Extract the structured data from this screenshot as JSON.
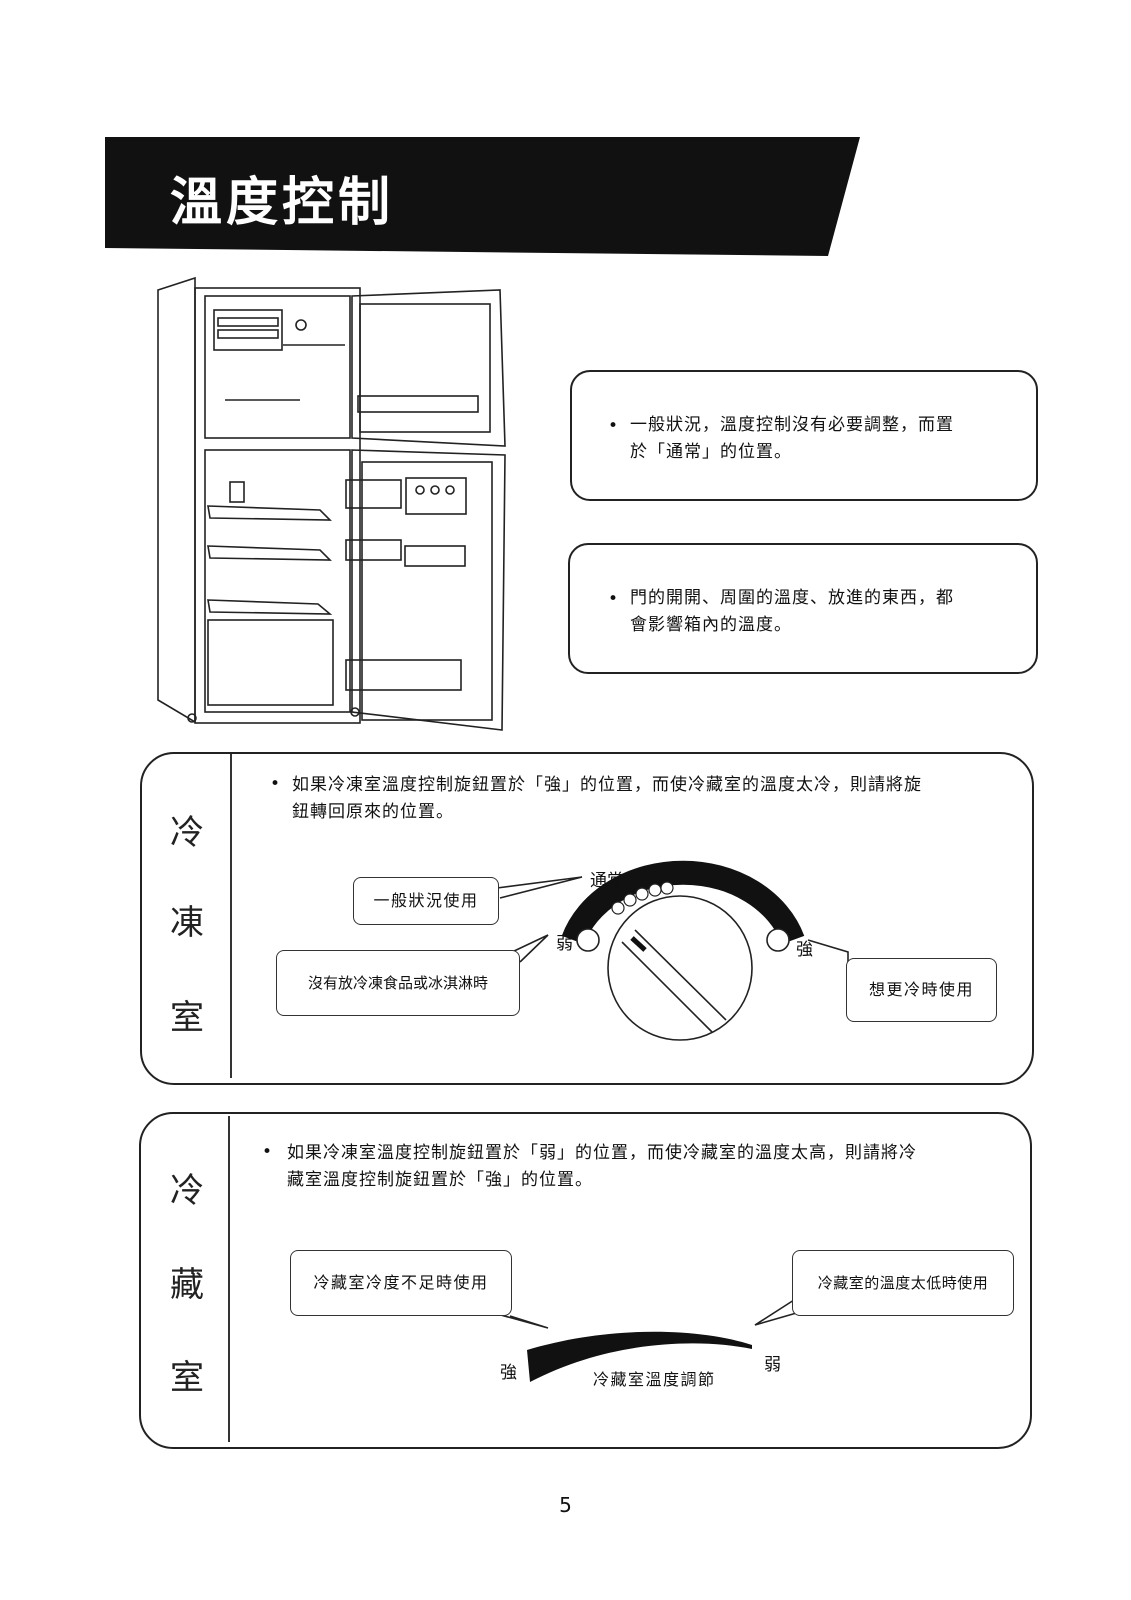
{
  "header": {
    "title": "溫度控制"
  },
  "info_boxes": [
    {
      "bullet": "•",
      "line1": "一般狀況，溫度控制沒有必要調整，而置",
      "line2": "於「通常」的位置。"
    },
    {
      "bullet": "•",
      "line1": "門的開開、周圍的溫度、放進的東西，都",
      "line2": "會影響箱內的溫度。"
    }
  ],
  "freezer_section": {
    "side_chars": [
      "冷",
      "凍",
      "室"
    ],
    "bullet": "•",
    "line1": "如果冷凍室溫度控制旋鈕置於「強」的位置，而使冷藏室的溫度太冷，則請將旋",
    "line2": "鈕轉回原來的位置。",
    "dial_labels": {
      "normal": "通常",
      "weak": "弱",
      "strong": "強"
    },
    "callouts": {
      "general": "一般狀況使用",
      "no_frozen": "沒有放冷凍食品或冰淇淋時",
      "colder": "想更冷時使用"
    }
  },
  "fridge_section": {
    "side_chars": [
      "冷",
      "藏",
      "室"
    ],
    "bullet": "•",
    "line1": "如果冷凍室溫度控制旋鈕置於「弱」的位置，而使冷藏室的溫度太高，則請將冷",
    "line2": "藏室溫度控制旋鈕置於「強」的位置。",
    "callouts": {
      "insufficient": "冷藏室冷度不足時使用",
      "too_low": "冷藏室的溫度太低時使用"
    },
    "slider_labels": {
      "strong": "強",
      "weak": "弱",
      "caption": "冷藏室溫度調節"
    }
  },
  "page_number": "5"
}
